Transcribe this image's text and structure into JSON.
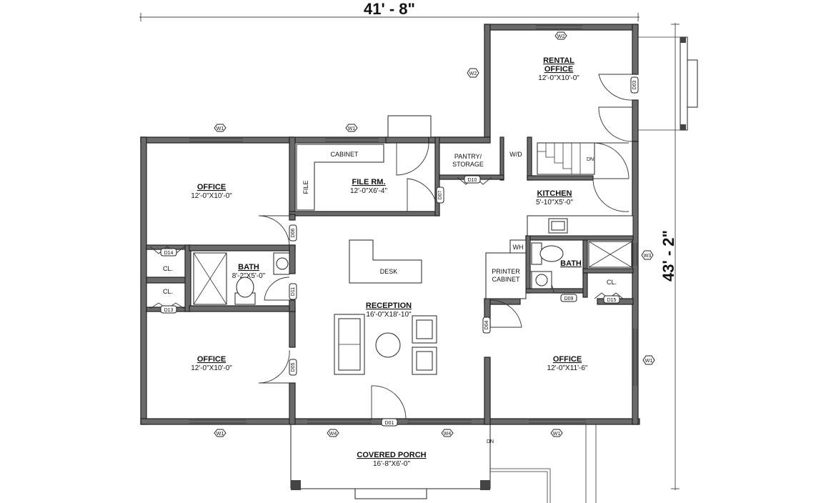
{
  "dimensions": {
    "width_label": "41' - 8\"",
    "depth_label": "43' - 2\""
  },
  "rooms": {
    "rental_office": {
      "name_line1": "RENTAL",
      "name_line2": "OFFICE",
      "size": "12'-0\"X10'-0\""
    },
    "office_nw": {
      "name": "OFFICE",
      "size": "12'-0\"X10'-0\""
    },
    "file_room": {
      "name": "FILE RM.",
      "size": "12'-0\"X6'-4\""
    },
    "kitchen": {
      "name": "KITCHEN",
      "size": "5'-10\"X5'-0\""
    },
    "bath_w": {
      "name": "BATH",
      "size": "8'-2\"X5'-0\""
    },
    "bath_e": {
      "name": "BATH"
    },
    "reception": {
      "name": "RECEPTION",
      "size": "16'-0\"X18'-10\""
    },
    "office_sw": {
      "name": "OFFICE",
      "size": "12'-0\"X10'-0\""
    },
    "office_se": {
      "name": "OFFICE",
      "size": "12'-0\"X11'-6\""
    },
    "porch": {
      "name": "COVERED PORCH",
      "size": "16'-8\"X6'-0\""
    }
  },
  "labels": {
    "cabinet": "CABINET",
    "file": "FILE",
    "pantry_line1": "PANTRY/",
    "pantry_line2": "STORAGE",
    "wd": "W/D",
    "desk": "DESK",
    "printer_line1": "PRINTER",
    "printer_line2": "CABINET",
    "wh": "WH",
    "closet": "CL.",
    "dn": "DN"
  },
  "tags": {
    "w1": "W1",
    "w2": "W2",
    "w3": "W3",
    "w4": "W4",
    "d01": "D01",
    "d04": "D04",
    "d05": "D05",
    "d06": "D06",
    "d07": "D07",
    "d09": "D09",
    "d10": "D10",
    "d11": "D11",
    "d13": "D13",
    "d14": "D14",
    "d15": "D15",
    "d03": "D03"
  }
}
